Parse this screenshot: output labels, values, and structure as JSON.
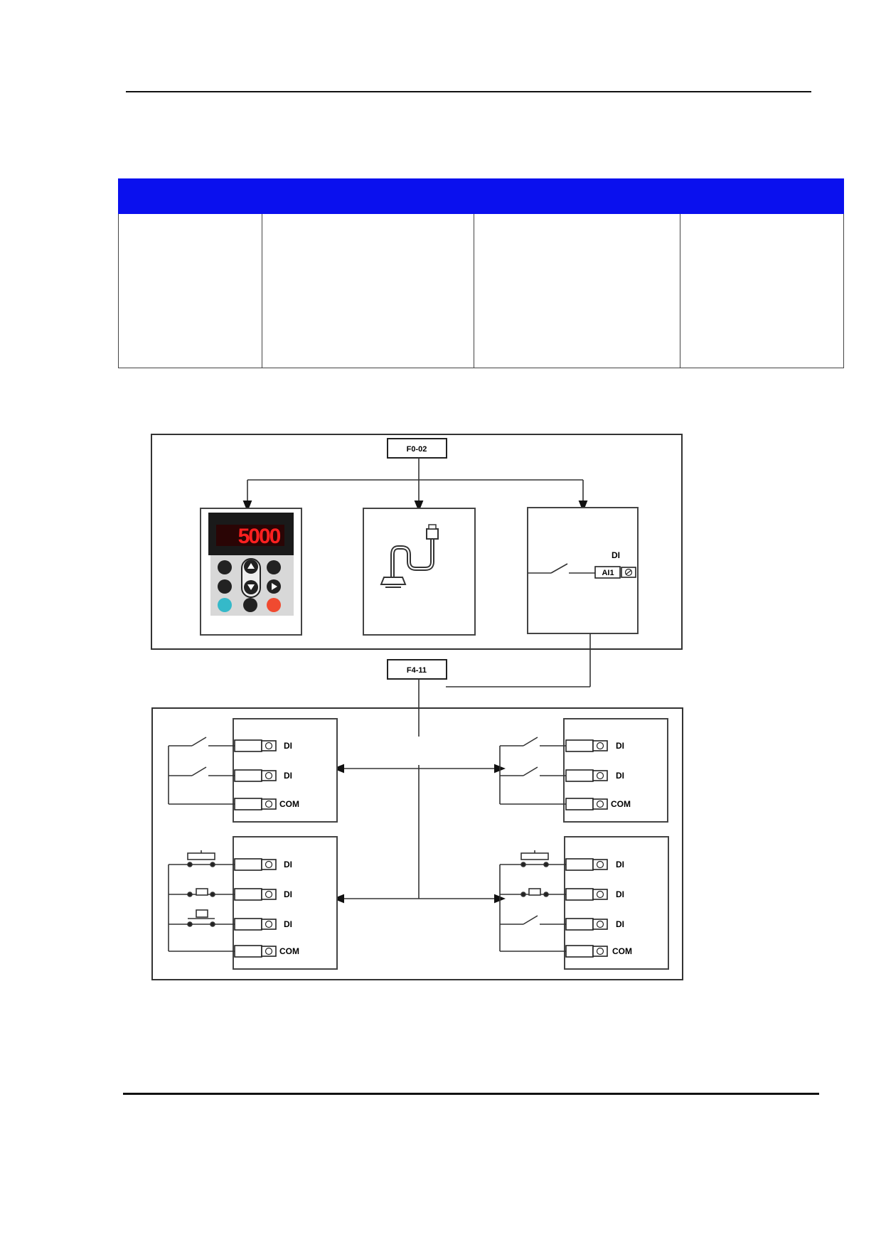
{
  "table": {
    "header_color": "#0a10ee",
    "columns": [
      "",
      "",
      "",
      ""
    ],
    "row": [
      "",
      "",
      "",
      ""
    ]
  },
  "diagram": {
    "top_param": "F0-02",
    "mid_param": "F4-11",
    "keypad_display": "5000",
    "display_color": "#ff2020",
    "di_label": "DI",
    "ai_label": "AI1",
    "com_label": "COM",
    "icons": [
      "keypad-icon",
      "serial-cable-icon",
      "terminal-switch-icon",
      "push-button-icon"
    ]
  }
}
